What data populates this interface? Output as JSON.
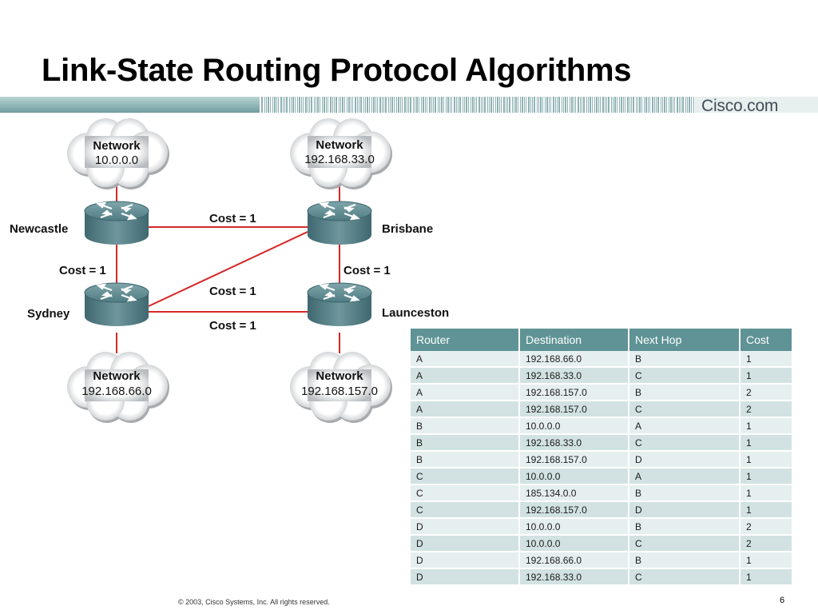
{
  "slide": {
    "title": "Link-State Routing Protocol Algorithms",
    "brand": "Cisco.com",
    "footer": "© 2003, Cisco Systems, Inc. All rights reserved.",
    "page_number": "6"
  },
  "diagram": {
    "routers": {
      "newcastle": "Newcastle",
      "brisbane": "Brisbane",
      "sydney": "Sydney",
      "launceston": "Launceston"
    },
    "networks": {
      "top_left": {
        "label": "Network",
        "address": "10.0.0.0"
      },
      "top_right": {
        "label": "Network",
        "address": "192.168.33.0"
      },
      "bottom_left": {
        "label": "Network",
        "address": "192.168.66.0"
      },
      "bottom_right": {
        "label": "Network",
        "address": "192.168.157.0"
      }
    },
    "costs": {
      "newcastle_brisbane": "Cost = 1",
      "newcastle_sydney": "Cost = 1",
      "brisbane_launceston": "Cost = 1",
      "sydney_brisbane": "Cost = 1",
      "sydney_launceston": "Cost = 1"
    },
    "link_color": "#d62828"
  },
  "routing_table": {
    "headers": [
      "Router",
      "Destination",
      "Next Hop",
      "Cost"
    ],
    "rows": [
      [
        "A",
        "192.168.66.0",
        "B",
        "1"
      ],
      [
        "A",
        "192.168.33.0",
        "C",
        "1"
      ],
      [
        "A",
        "192.168.157.0",
        "B",
        "2"
      ],
      [
        "A",
        "192.168.157.0",
        "C",
        "2"
      ],
      [
        "B",
        "10.0.0.0",
        "A",
        "1"
      ],
      [
        "B",
        "192.168.33.0",
        "C",
        "1"
      ],
      [
        "B",
        "192.168.157.0",
        "D",
        "1"
      ],
      [
        "C",
        "10.0.0.0",
        "A",
        "1"
      ],
      [
        "C",
        "185.134.0.0",
        "B",
        "1"
      ],
      [
        "C",
        "192.168.157.0",
        "D",
        "1"
      ],
      [
        "D",
        "10.0.0.0",
        "B",
        "2"
      ],
      [
        "D",
        "10.0.0.0",
        "C",
        "2"
      ],
      [
        "D",
        "192.168.66.0",
        "B",
        "1"
      ],
      [
        "D",
        "192.168.33.0",
        "C",
        "1"
      ]
    ]
  }
}
